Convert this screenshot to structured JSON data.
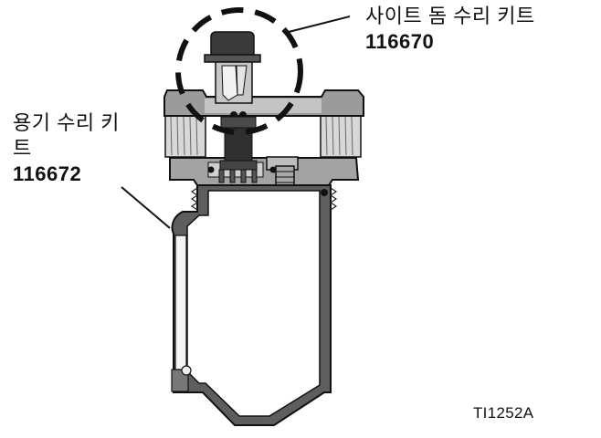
{
  "labels": {
    "sight_dome": {
      "name": "사이트 돔 수리 키트",
      "part_no": "116670"
    },
    "bowl": {
      "name": "용기 수리 키트",
      "part_no": "116672"
    }
  },
  "figure_id": "TI1252A"
}
